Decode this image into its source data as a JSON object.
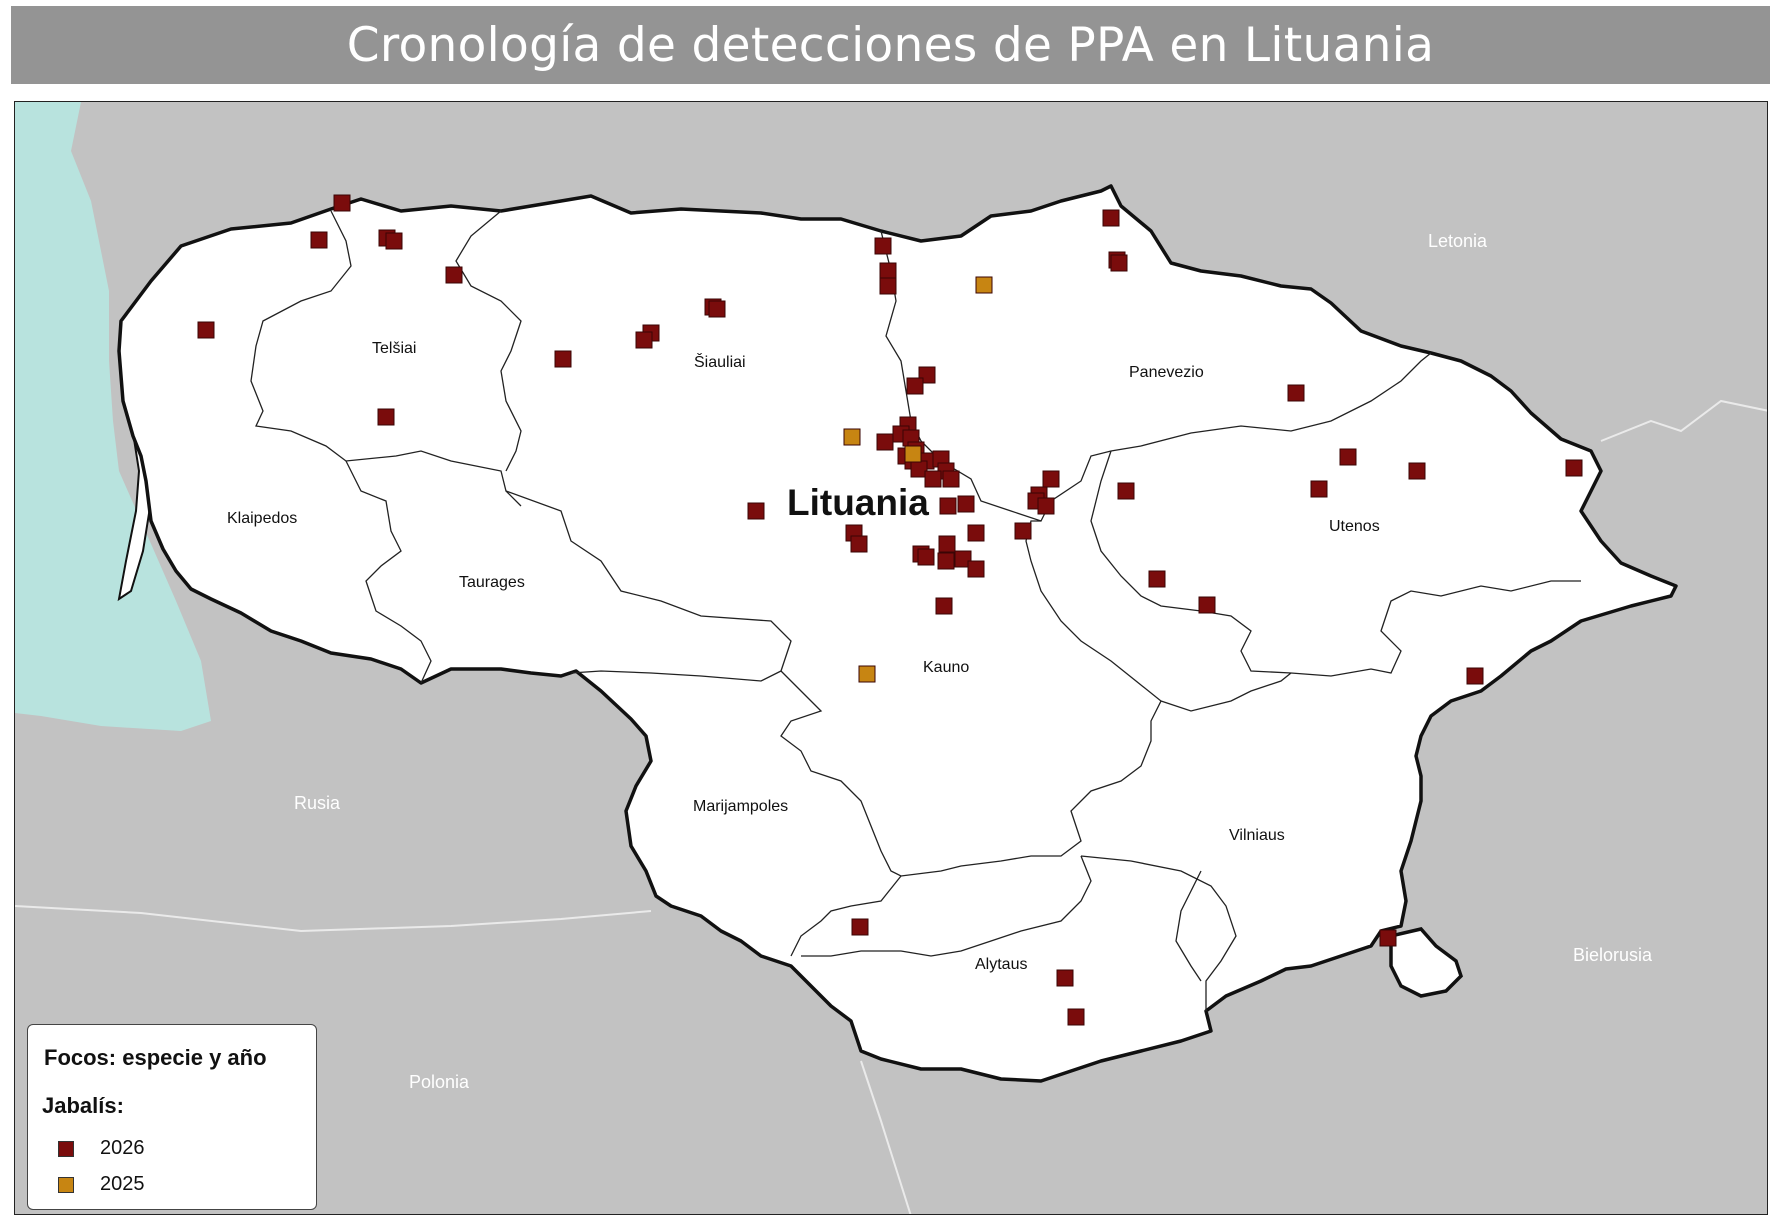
{
  "title": "Cronología de detecciones de PPA en Lituania",
  "map_label": "Lituania",
  "colors": {
    "sea": "#b8e3de",
    "neighbor": "#c2c2c2",
    "country_fill": "#ffffff",
    "outbreak_2026": "#7a0c0c",
    "outbreak_2025": "#c78512"
  },
  "regions": [
    {
      "id": "telsiai",
      "name": "Telšiai"
    },
    {
      "id": "siauliai",
      "name": "Šiauliai"
    },
    {
      "id": "panevezio",
      "name": "Panevezio"
    },
    {
      "id": "klaipedos",
      "name": "Klaipedos"
    },
    {
      "id": "tauarges",
      "name": "Taurages"
    },
    {
      "id": "utenos",
      "name": "Utenos"
    },
    {
      "id": "kauno",
      "name": "Kauno"
    },
    {
      "id": "marijampoles",
      "name": "Marijampoles"
    },
    {
      "id": "vilniaus",
      "name": "Vilniaus"
    },
    {
      "id": "alytaus",
      "name": "Alytaus"
    }
  ],
  "neighbors": [
    {
      "id": "letonia",
      "name": "Letonia"
    },
    {
      "id": "rusia",
      "name": "Rusia"
    },
    {
      "id": "bielorusia",
      "name": "Bielorusia"
    },
    {
      "id": "polonia",
      "name": "Polonia"
    }
  ],
  "legend": {
    "title": "Focos: especie y año",
    "species": "Jabalís:",
    "items": [
      {
        "year": "2026",
        "color_key": "outbreak_2026"
      },
      {
        "year": "2025",
        "color_key": "outbreak_2025"
      }
    ]
  }
}
